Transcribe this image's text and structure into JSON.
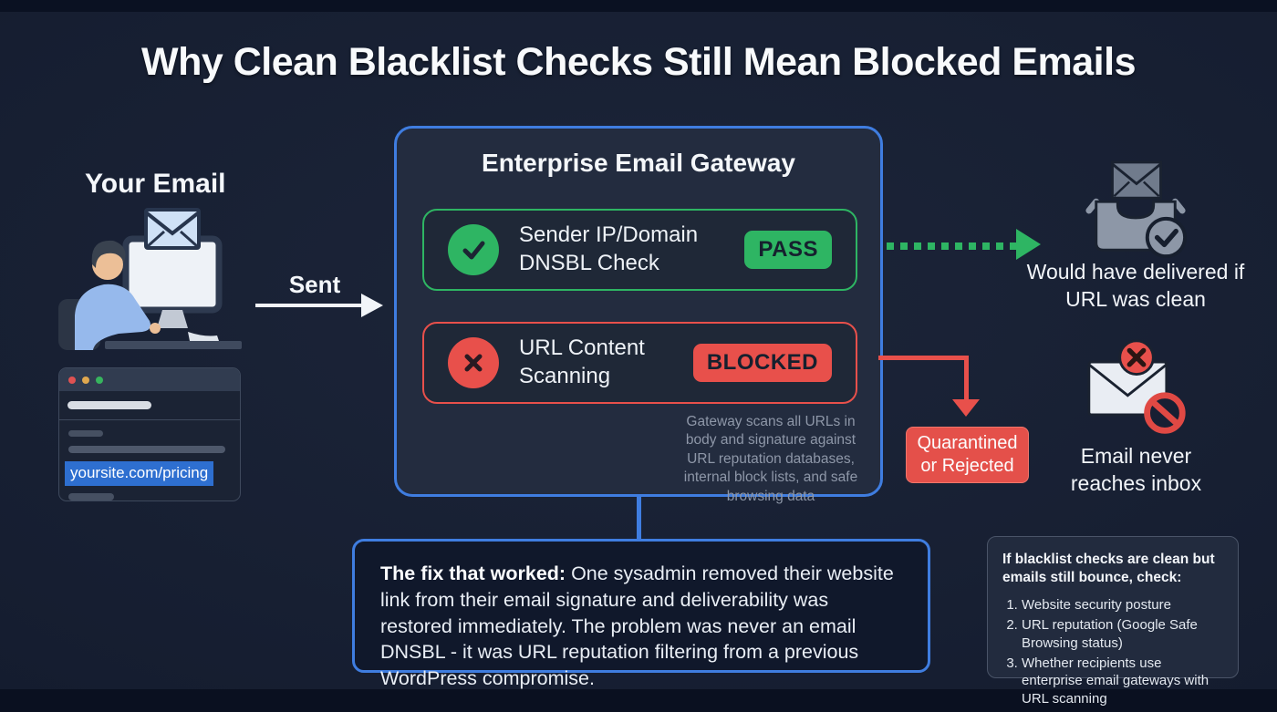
{
  "title": "Why Clean Blacklist Checks Still Mean Blocked Emails",
  "colors": {
    "green": "#2eb563",
    "red": "#e8504b",
    "blue": "#3f7de0",
    "selection_blue": "#2e6fd0"
  },
  "sender": {
    "heading": "Your Email",
    "sent_label": "Sent",
    "browser_url": "yoursite.com/pricing"
  },
  "gateway": {
    "title": "Enterprise Email Gateway",
    "checks": [
      {
        "label": "Sender IP/Domain DNSBL Check",
        "status": "PASS"
      },
      {
        "label": "URL Content Scanning",
        "status": "BLOCKED"
      }
    ],
    "note": "Gateway scans all URLs in body and signature against URL reputation databases, internal block lists, and safe browsing data"
  },
  "outcomes": {
    "delivered": "Would have delivered if URL was clean",
    "quarantine": "Quarantined or Rejected",
    "blocked": "Email never reaches inbox"
  },
  "fix": {
    "intro": "The fix that worked:",
    "body": "One sysadmin removed their website link from their email signature and deliverability was restored immediately. The problem was never an email DNSBL - it was URL reputation filtering from a previous WordPress compromise."
  },
  "tips": {
    "heading": "If blacklist checks are clean but emails still bounce, check:",
    "items": [
      "Website security posture",
      "URL reputation (Google Safe Browsing status)",
      "Whether recipients use enterprise email gateways with URL scanning"
    ]
  }
}
